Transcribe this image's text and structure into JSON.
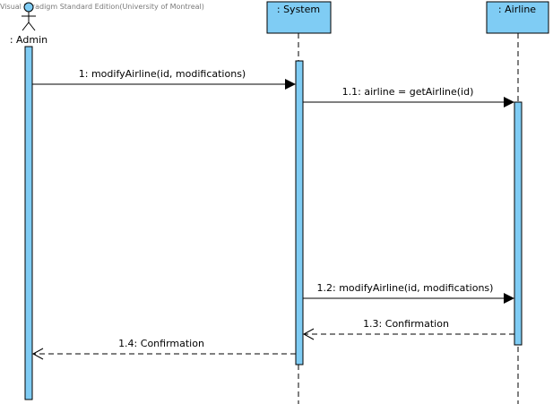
{
  "watermark": "Visual Paradigm Standard Edition(University of Montreal)",
  "participants": [
    {
      "label": ": Admin",
      "kind": "actor"
    },
    {
      "label": ": System",
      "kind": "box"
    },
    {
      "label": ": Airline",
      "kind": "box"
    }
  ],
  "messages": [
    {
      "label": "1: modifyAirline(id, modifications)",
      "type": "sync"
    },
    {
      "label": "1.1: airline = getAirline(id)",
      "type": "sync"
    },
    {
      "label": "1.2: modifyAirline(id, modifications)",
      "type": "sync"
    },
    {
      "label": "1.3: Confirmation",
      "type": "return"
    },
    {
      "label": "1.4: Confirmation",
      "type": "return"
    }
  ],
  "colors": {
    "fill": "#7fccf4",
    "line": "#000000"
  }
}
